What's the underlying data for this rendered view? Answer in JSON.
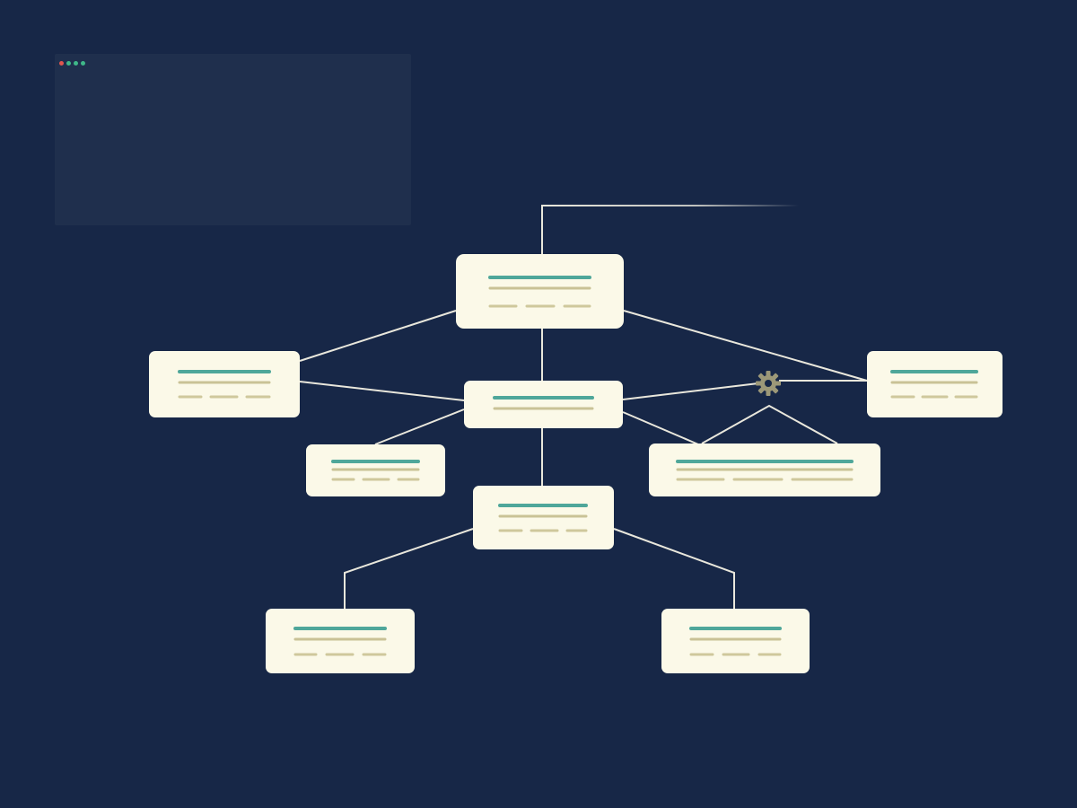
{
  "colors": {
    "background": "#172747",
    "panel": "#1f2f4d",
    "node_fill": "#fbf9e8",
    "accent_bar": "#4fa79a",
    "text_bar": "#c9c296",
    "edge": "#e9e7dc",
    "gear": "#9c9878"
  },
  "window_controls": [
    {
      "name": "close-dot",
      "color": "#e0564f"
    },
    {
      "name": "minimize-dot",
      "color": "#3fb889"
    },
    {
      "name": "maximize-dot",
      "color": "#3fb889"
    },
    {
      "name": "extra-dot",
      "color": "#3fb889"
    }
  ],
  "icons": {
    "connector": "gear-icon"
  },
  "diagram": {
    "node_count": 10,
    "connector_count": 14
  }
}
